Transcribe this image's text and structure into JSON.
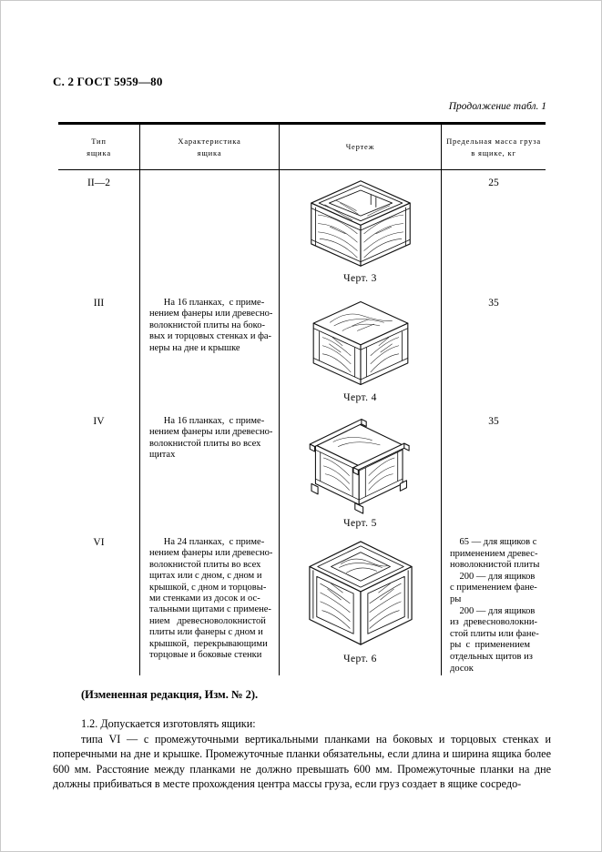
{
  "colors": {
    "ink": "#000000",
    "paper": "#ffffff"
  },
  "page": {
    "header": "С. 2 ГОСТ 5959—80",
    "continuation": "Продолжение табл. 1"
  },
  "table": {
    "headers": {
      "type": [
        "Тип",
        "ящика"
      ],
      "characteristic": [
        "Характеристика",
        "ящика"
      ],
      "figure": [
        "Чертеж"
      ],
      "mass": [
        "Предельная масса груза",
        "в ящике, кг"
      ]
    },
    "rows": [
      {
        "type": "II—2",
        "characteristic": "",
        "figure": {
          "caption": "Черт. 3",
          "icon": "crate-open-top-drawing"
        },
        "mass": "25"
      },
      {
        "type": "III",
        "characteristic": [
          "      На 16 планках,  с приме-",
          "нением фанеры или древесно-",
          "волокнистой плиты на боко-",
          "вых и торцовых стенках и фа-",
          "неры на дне и крышке"
        ],
        "figure": {
          "caption": "Черт. 4",
          "icon": "crate-corner-planks-drawing"
        },
        "mass": "35"
      },
      {
        "type": "IV",
        "characteristic": [
          "      На 16 планках,  с приме-",
          "нением фанеры или древесно-",
          "волокнистой плиты во всех",
          "щитах"
        ],
        "figure": {
          "caption": "Черт. 5",
          "icon": "crate-protruding-battens-drawing"
        },
        "mass": "35"
      },
      {
        "type": "VI",
        "characteristic": [
          "      На 24 планках,  с приме-",
          "нением фанеры или древесно-",
          "волокнистой плиты во всех",
          "щитах или с дном, с дном и",
          "крышкой, с дном и торцовы-",
          "ми стенками из досок и ос-",
          "тальными щитами с примене-",
          "нием   древесноволокнистой",
          "плиты или фанеры с дном и",
          "крышкой,  перекрывающими",
          "торцовые и боковые стенки"
        ],
        "figure": {
          "caption": "Черт. 6",
          "icon": "crate-framed-panels-drawing"
        },
        "mass": [
          "    65 — для ящиков с",
          "применением древес-",
          "новолокнистой плиты",
          "    200 — для ящиков",
          "с применением фане-",
          "ры",
          "    200 — для ящиков",
          "из  древесноволокни-",
          "стой плиты или фане-",
          "ры  с  применением",
          "отдельных щитов из",
          "досок"
        ]
      }
    ]
  },
  "footer": {
    "amendment": "(Измененная редакция, Изм. № 2).",
    "clause": "1.2. Допускается изготовлять ящики:",
    "paragraph": "типа VI — с промежуточными вертикальными планками на боковых и торцовых стенках и поперечными на дне и крышке. Промежуточные планки обязательны, если длина и ширина ящика более 600 мм. Расстояние между планками не должно превышать 600 мм. Промежуточные планки на дне должны прибиваться в месте прохождения центра массы груза, если груз создает в ящике сосредо-"
  }
}
